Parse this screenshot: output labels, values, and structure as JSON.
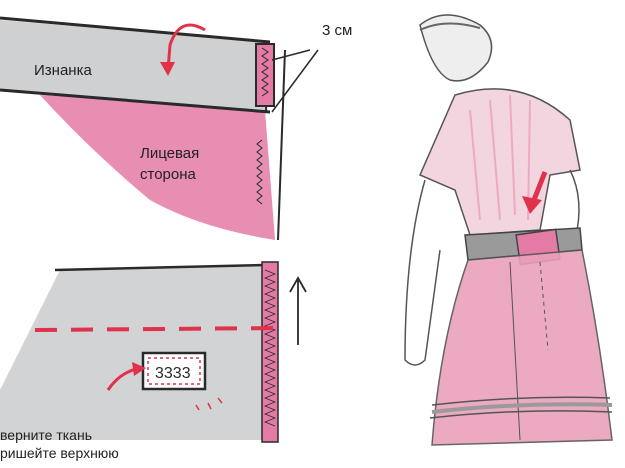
{
  "labels": {
    "wrong_side": "Изнанка",
    "measure": "3 см",
    "right_side_line1": "Лицевая",
    "right_side_line2": "сторона",
    "caption_line1": "верните ткань",
    "caption_line2": "ришейте верхнюю"
  },
  "colors": {
    "fabric_grey": "#c9cbcd",
    "fabric_pink": "#e47aa6",
    "stitch_red": "#e0324a",
    "outline": "#2a2a2a"
  }
}
